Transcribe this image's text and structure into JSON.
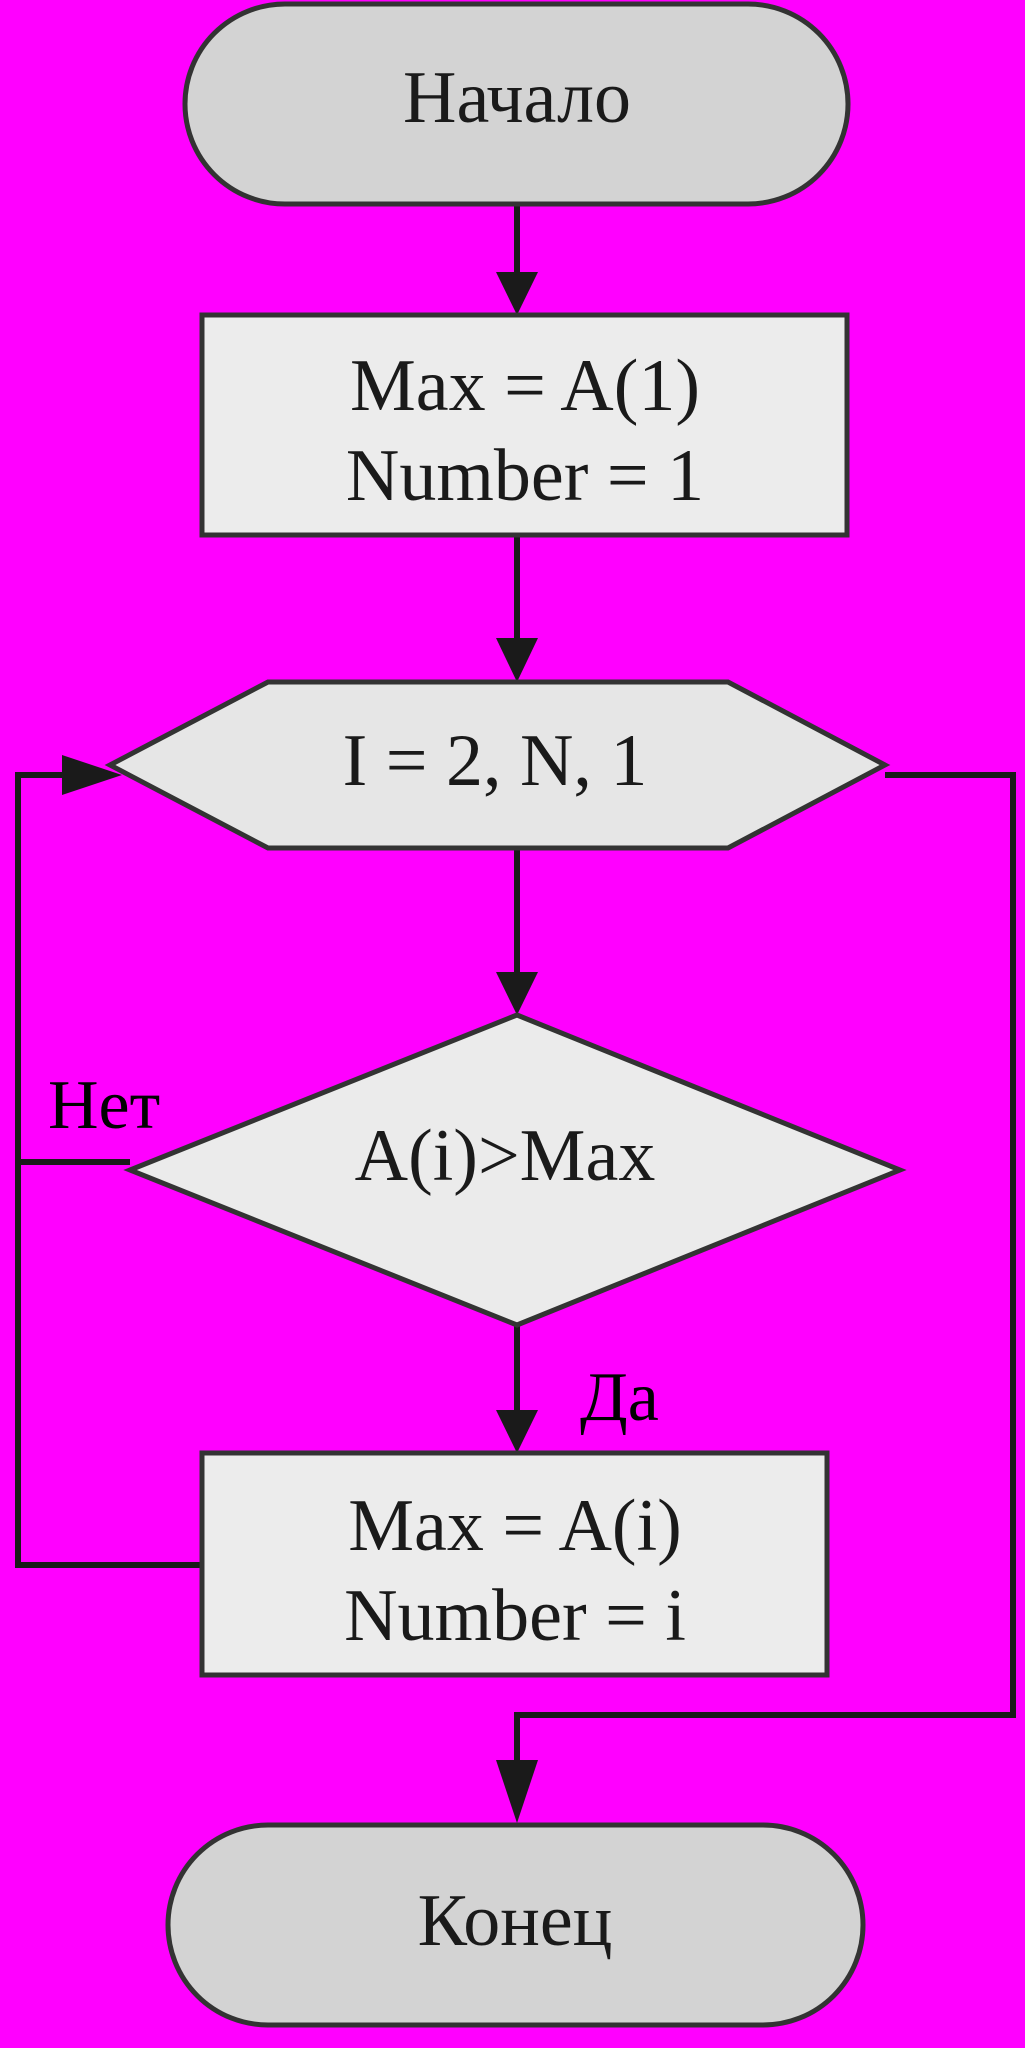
{
  "colors": {
    "background": "#ff00ff",
    "terminal_fill": "#d3d3d3",
    "process_fill": "#ececec",
    "loop_fill": "#e6e6e6",
    "decision_fill": "#ebebeb",
    "stroke": "#333333",
    "line": "#1a1a1a"
  },
  "nodes": {
    "start": {
      "label": "Начало"
    },
    "init": {
      "line1": "Max = A(1)",
      "line2": "Number = 1"
    },
    "loop": {
      "label": "I = 2, N, 1"
    },
    "condition": {
      "label": "A(i)>Max"
    },
    "update": {
      "line1": "Max = A(i)",
      "line2": "Number = i"
    },
    "end": {
      "label": "Конец"
    }
  },
  "branches": {
    "no": "Нет",
    "yes": "Да"
  }
}
